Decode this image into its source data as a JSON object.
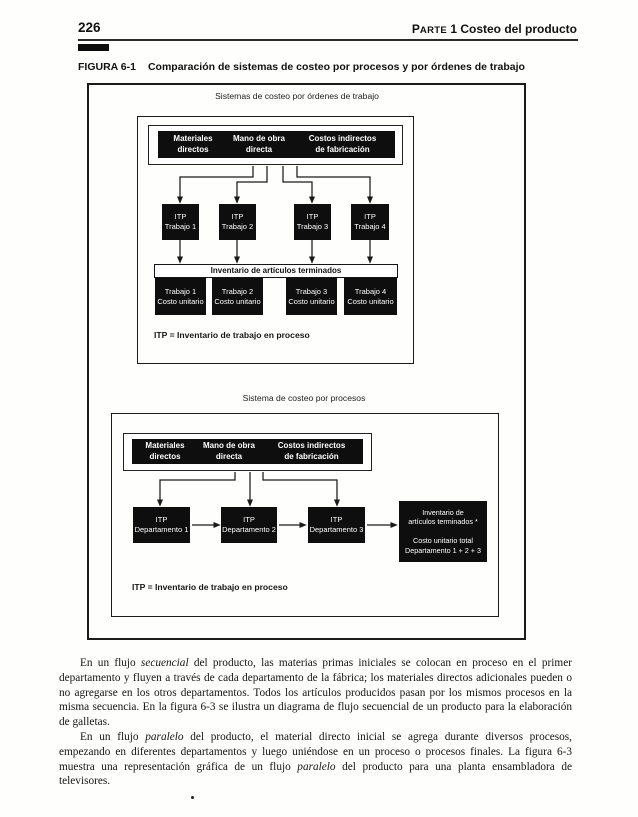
{
  "header": {
    "page_number": "226",
    "part_initial": "P",
    "part_small": "ARTE",
    "part_rest": " 1 Costeo del producto"
  },
  "figure": {
    "label": "FIGURA 6-1",
    "title": "Comparación de sistemas de costeo por procesos y por órdenes de trabajo"
  },
  "diagram_job": {
    "title": "Sistemas de costeo por órdenes de trabajo",
    "inputs": [
      "Materiales\ndirectos",
      "Mano de obra\ndirecta",
      "Costos indirectos\nde fabricación"
    ],
    "wip_boxes": [
      "ITP\nTrabajo 1",
      "ITP\nTrabajo 2",
      "ITP\nTrabajo 3",
      "ITP\nTrabajo 4"
    ],
    "finished_banner": "Inventario de artículos terminados",
    "unit_cost_boxes": [
      "Trabajo 1\nCosto unitario",
      "Trabajo 2\nCosto unitario",
      "Trabajo 3\nCosto unitario",
      "Trabajo 4\nCosto unitario"
    ],
    "note": "ITP = Inventario de trabajo en proceso"
  },
  "diagram_process": {
    "title": "Sistema de costeo por procesos",
    "inputs": [
      "Materiales\ndirectos",
      "Mano de obra\ndirecta",
      "Costos indirectos\nde fabricación"
    ],
    "departments": [
      "ITP\nDepartamento 1",
      "ITP\nDepartamento 2",
      "ITP\nDepartamento 3"
    ],
    "output_box": "Inventario de\nartículos terminados *\n\nCosto unitario total\nDepartamento 1 + 2 + 3",
    "note": "ITP = Inventario de trabajo en proceso"
  },
  "body": {
    "paragraphs": [
      {
        "runs": [
          [
            "En un flujo ",
            0
          ],
          [
            "secuencial",
            1
          ],
          [
            " del producto, las materias primas iniciales se colocan en proceso en el primer departamento y fluyen a través de cada departamento de la fábrica; los materiales directos adicionales pueden o no agregarse en los otros departamentos. Todos los artículos producidos pasan por los mismos procesos en la misma secuencia. En la figura 6-3 se ilustra un diagrama de flujo secuencial de un producto para la elaboración de galletas.",
            0
          ]
        ]
      },
      {
        "runs": [
          [
            "En un flujo ",
            0
          ],
          [
            "paralelo",
            1
          ],
          [
            " del producto, el material directo inicial se agrega durante diversos procesos, empezando en diferentes departamentos y luego uniéndose en un proceso o procesos finales. La figura 6-3 muestra una representación gráfica de un flujo ",
            0
          ],
          [
            "paralelo",
            1
          ],
          [
            " del producto para una planta ensambladora de televisores.",
            0
          ]
        ]
      }
    ]
  },
  "colors": {
    "ink": "#1a1a1a",
    "box_fill": "#0e0e0e",
    "paper": "#fefefd"
  }
}
